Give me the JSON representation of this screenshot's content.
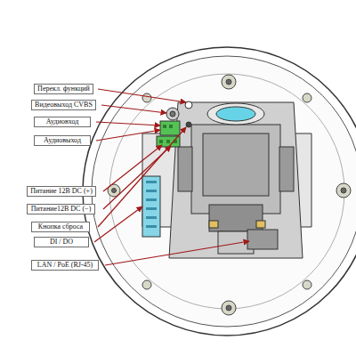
{
  "diagram": {
    "nodes": [
      {
        "text": [
          "Перекл. функций"
        ]
      },
      {
        "text": [
          "Видеовыход CVBS"
        ]
      },
      {
        "text": [
          "Аудиовход"
        ]
      },
      {
        "text": [
          "Аудиовыход"
        ]
      },
      {
        "text": [
          "Питание 12В DC (+)"
        ]
      },
      {
        "text": [
          "Питание12В DC (−)"
        ]
      },
      {
        "text": [
          "Кнопка сброса"
        ]
      },
      {
        "text": [
          "DI / DO"
        ]
      },
      {
        "text": [
          "LAN / PoE (RJ-45)"
        ]
      }
    ]
  }
}
